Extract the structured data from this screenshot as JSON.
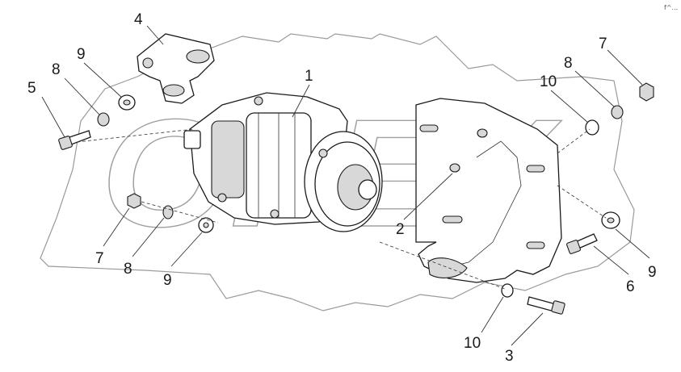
{
  "diagram": {
    "corner_mark": "f^...",
    "watermark": {
      "text": "OFEX"
    },
    "callouts": [
      {
        "id": "c1",
        "label": "1"
      },
      {
        "id": "c2",
        "label": "2"
      },
      {
        "id": "c3",
        "label": "3"
      },
      {
        "id": "c4",
        "label": "4"
      },
      {
        "id": "c5",
        "label": "5"
      },
      {
        "id": "c6",
        "label": "6"
      },
      {
        "id": "c7a",
        "label": "7"
      },
      {
        "id": "c7b",
        "label": "7"
      },
      {
        "id": "c8a",
        "label": "8"
      },
      {
        "id": "c8b",
        "label": "8"
      },
      {
        "id": "c8c",
        "label": "8"
      },
      {
        "id": "c9a",
        "label": "9"
      },
      {
        "id": "c9b",
        "label": "9"
      },
      {
        "id": "c9c",
        "label": "9"
      },
      {
        "id": "c10a",
        "label": "10"
      },
      {
        "id": "c10b",
        "label": "10"
      }
    ]
  }
}
